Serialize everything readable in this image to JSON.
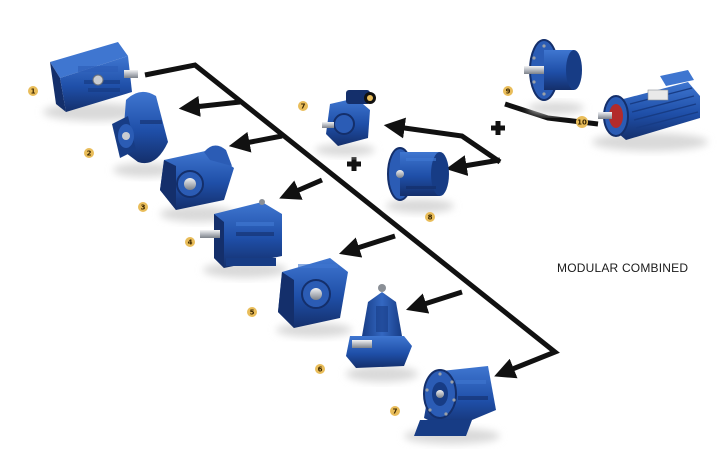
{
  "caption": "MODULAR COMBINED",
  "colors": {
    "housing": "#1f4fa8",
    "housing_dark": "#142f6b",
    "housing_light": "#3f76d0",
    "shaft": "#c9ccd1",
    "arrow": "#111111",
    "badge": "#e9bd5a",
    "shadow": "#d9d9d9",
    "motor_end": "#b32b2b"
  },
  "units": [
    {
      "id": "unit-1",
      "label": "1",
      "icon": "parallel-shaft-gearbox-icon"
    },
    {
      "id": "unit-2",
      "label": "2",
      "icon": "helical-bevel-gearbox-icon"
    },
    {
      "id": "unit-3",
      "label": "3",
      "icon": "helical-worm-gearbox-icon"
    },
    {
      "id": "unit-4",
      "label": "4",
      "icon": "helical-gear-reducer-icon"
    },
    {
      "id": "unit-5",
      "label": "5",
      "icon": "shaft-mounted-gearbox-icon"
    },
    {
      "id": "unit-6",
      "label": "6",
      "icon": "vertical-cycloidal-reducer-icon"
    },
    {
      "id": "unit-7b",
      "label": "7",
      "icon": "planetary-gearbox-icon"
    },
    {
      "id": "unit-7a",
      "label": "7",
      "icon": "worm-speed-variator-icon"
    },
    {
      "id": "unit-8",
      "label": "8",
      "icon": "flange-speed-variator-icon"
    },
    {
      "id": "unit-9",
      "label": "9",
      "icon": "flange-adapter-icon"
    },
    {
      "id": "unit-10",
      "label": "10",
      "icon": "electric-motor-icon"
    }
  ],
  "connectors": [
    "plus-icon",
    "plus-icon"
  ]
}
